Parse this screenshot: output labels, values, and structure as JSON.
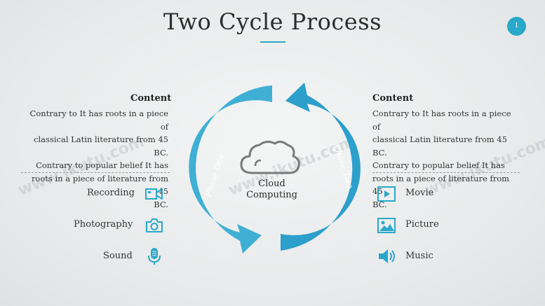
{
  "title": "Two Cycle Process",
  "page_number": "1",
  "left": {
    "heading": "Content",
    "lines": [
      "Contrary to It has roots in a piece of",
      "classical Latin literature from 45 BC.",
      "Contrary to popular belief It has",
      "roots in a piece of literature from 45",
      "BC."
    ],
    "items": [
      {
        "label": "Recording",
        "icon": "video-camera-icon"
      },
      {
        "label": "Photography",
        "icon": "camera-icon"
      },
      {
        "label": "Sound",
        "icon": "microphone-icon"
      }
    ]
  },
  "right": {
    "heading": "Content",
    "lines": [
      "Contrary to It has roots in a piece of",
      "classical Latin literature from 45 BC.",
      "Contrary to popular belief It has",
      "roots in a piece of literature from 45",
      "BC."
    ],
    "items": [
      {
        "label": "Movie",
        "icon": "play-icon"
      },
      {
        "label": "Picture",
        "icon": "picture-icon"
      },
      {
        "label": "Music",
        "icon": "speaker-icon"
      }
    ]
  },
  "cycle": {
    "phase_one": "Phase One",
    "phase_two": "Phase Two",
    "center_line1": "Cloud",
    "center_line2": "Computing"
  },
  "watermark": "www.ikutu.com",
  "colors": {
    "accent": "#2aa8c9",
    "arrow_left": "#3fb0d4",
    "arrow_right": "#2d9fcb"
  }
}
